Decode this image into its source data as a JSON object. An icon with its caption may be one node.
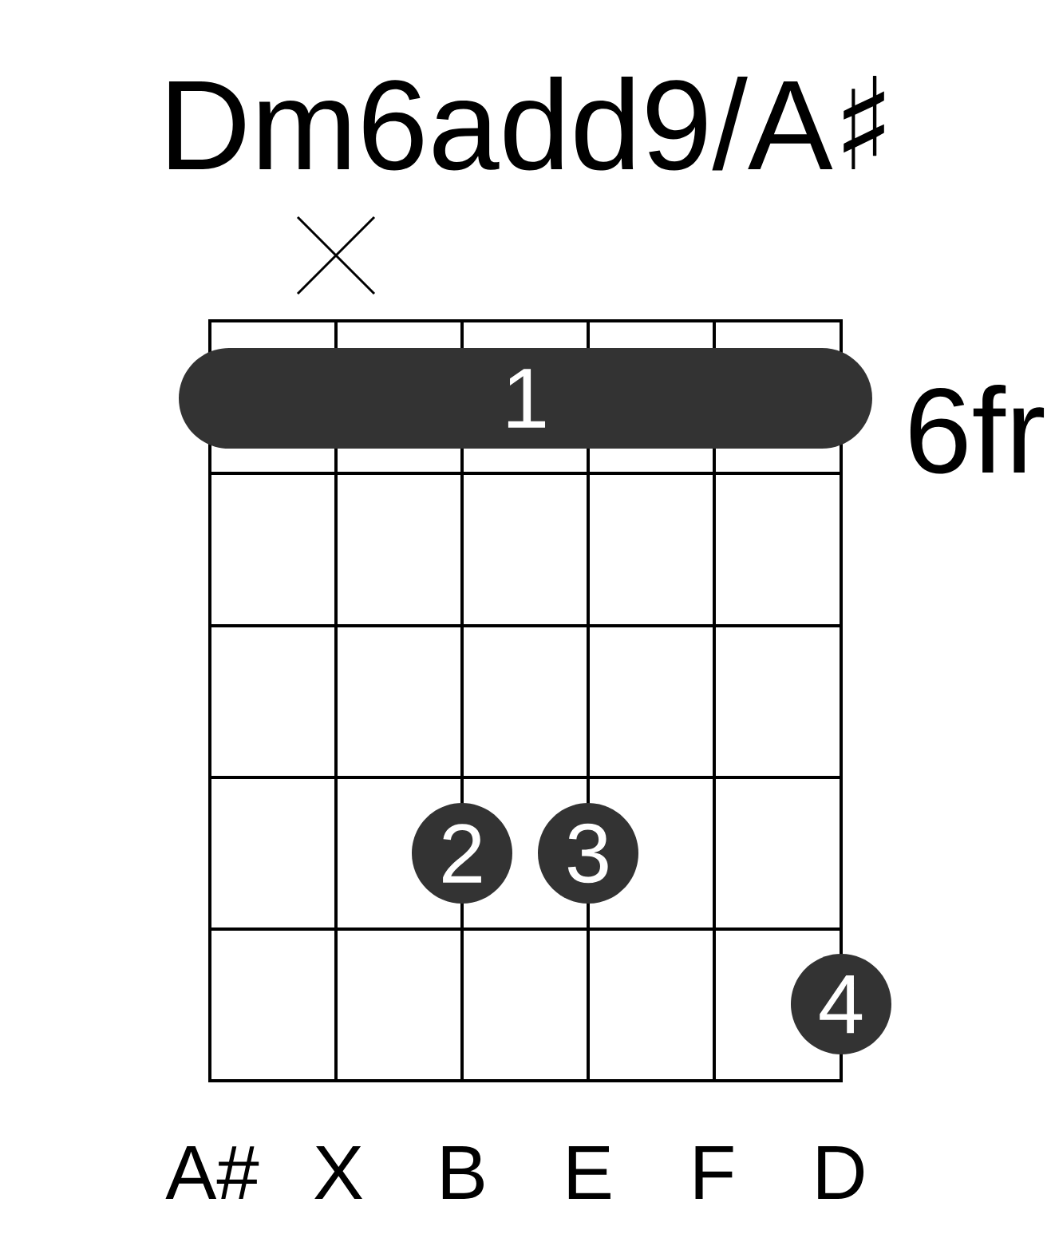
{
  "diagram": {
    "title": "Dm6add9/A♯",
    "nodes": [
      {
        "text": [
          "1"
        ]
      },
      {
        "text": [
          "2"
        ]
      },
      {
        "text": [
          "3"
        ]
      },
      {
        "text": [
          "4"
        ]
      }
    ],
    "labels": [
      "6fr",
      "A#",
      "X",
      "B",
      "E",
      "F",
      "D"
    ]
  }
}
